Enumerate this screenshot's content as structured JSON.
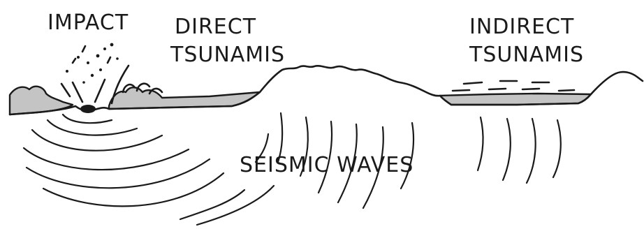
{
  "labels": {
    "impact": "IMPACT",
    "direct_line1": "DIRECT",
    "direct_line2": "TSUNAMIS",
    "indirect_line1": "INDIRECT",
    "indirect_line2": "TSUNAMIS",
    "seismic": "SEISMIC WAVES"
  },
  "colors": {
    "ink": "#1a1a1a",
    "water": "#c4c4c4",
    "background": "#ffffff"
  }
}
